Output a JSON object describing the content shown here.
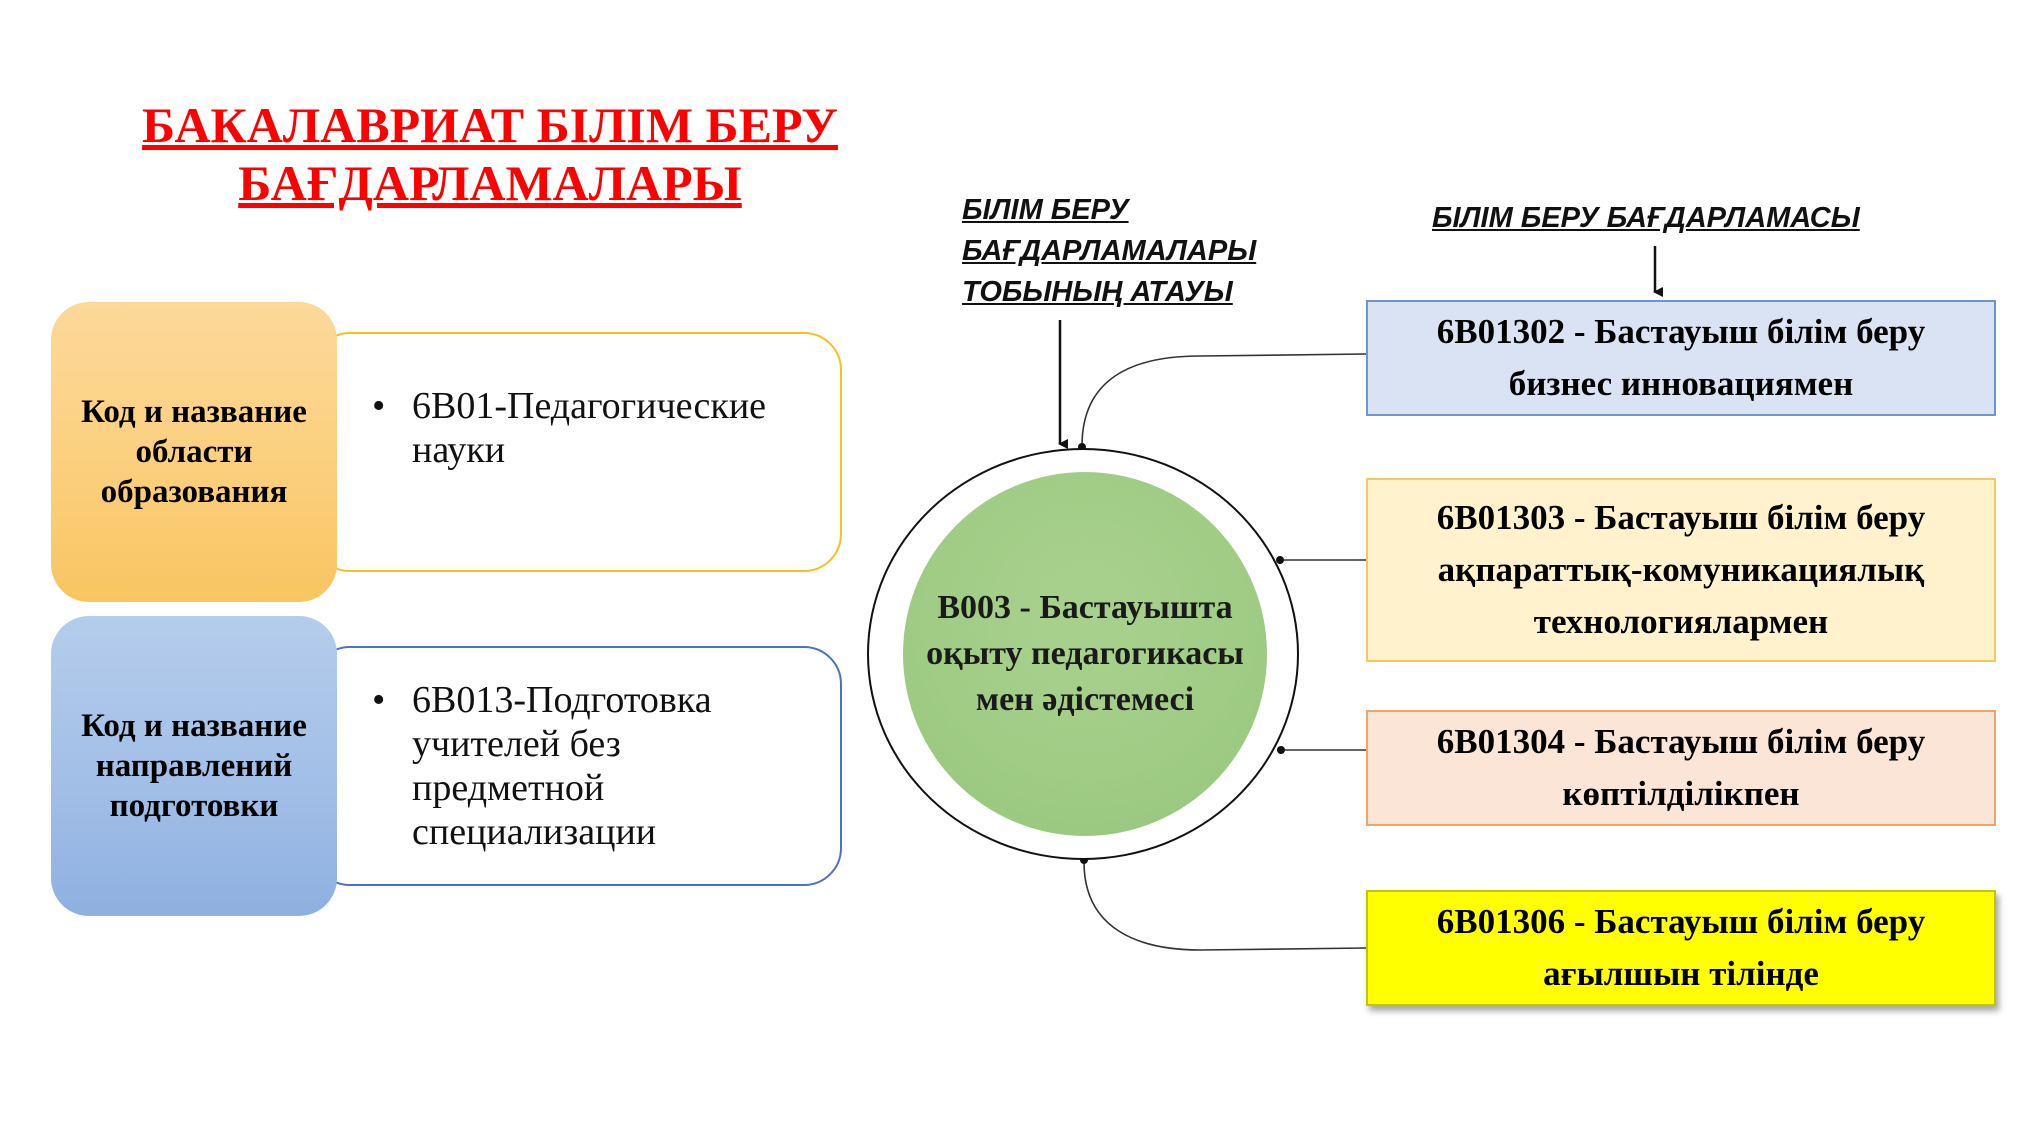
{
  "title": {
    "line1": "БАКАЛАВРИАТ БІЛІМ БЕРУ",
    "line2": "БАҒДАРЛАМАЛАРЫ",
    "color": "#ff0000"
  },
  "left": {
    "field": {
      "label": "Код и название области образования",
      "bullet": "•",
      "value": "6В01-Педагогические науки"
    },
    "direction": {
      "label": "Код и название направлений подготовки",
      "bullet": "•",
      "value": "6В013-Подготовка учителей без предметной специализации"
    }
  },
  "headings": {
    "group_line1": "БІЛІМ БЕРУ",
    "group_line2": "БАҒДАРЛАМАЛАРЫ",
    "group_line3": "ТОБЫНЫҢ АТАУЫ",
    "program": "БІЛІМ БЕРУ БАҒДАРЛАМАСЫ"
  },
  "center": {
    "text": "В003 - Бастауышта оқыту педагогикасы мен әдістемесі"
  },
  "programs": [
    {
      "code": "6В01302",
      "line1": "6В01302 - Бастауыш білім беру",
      "line2": "бизнес инновациямен",
      "color": "#dae3f3"
    },
    {
      "code": "6В01303",
      "line1": "6В01303 - Бастауыш білім беру",
      "line2": "ақпараттық-комуникациялық",
      "line3": "технологиялармен",
      "color": "#fff2cc"
    },
    {
      "code": "6В01304",
      "line1": "6В01304 - Бастауыш білім беру",
      "line2": "көптілділікпен",
      "color": "#fbe5d6"
    },
    {
      "code": "6В01306",
      "line1": "6В01306 - Бастауыш білім беру",
      "line2": "ағылшын тілінде",
      "color": "#ffff00"
    }
  ]
}
